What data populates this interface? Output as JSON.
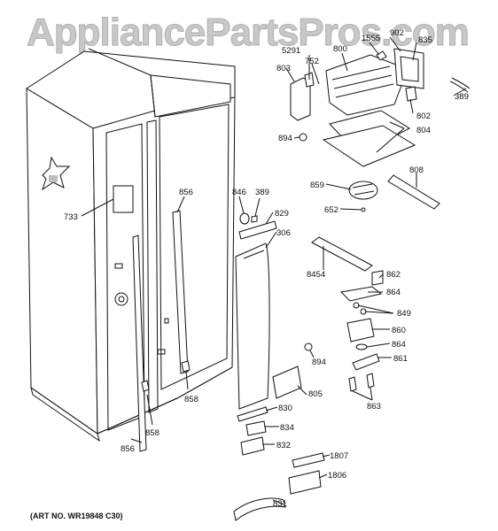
{
  "watermark": "AppliancePartsPros.com",
  "art_no": "(ART NO. WR19848 C30)",
  "callouts": {
    "c5291": "5291",
    "c752": "752",
    "c800": "800",
    "c1555": "1555",
    "c902": "902",
    "c835": "835",
    "c803": "803",
    "c389a": "389",
    "c802": "802",
    "c894a": "894",
    "c804": "804",
    "c808": "808",
    "c859": "859",
    "c652": "652",
    "c856a": "856",
    "c846": "846",
    "c389b": "389",
    "c829": "829",
    "c733": "733",
    "c306": "306",
    "c8454": "8454",
    "c862": "862",
    "c864a": "864",
    "c849": "849",
    "c860": "860",
    "c864b": "864",
    "c861": "861",
    "c894b": "894",
    "c805": "805",
    "c863": "863",
    "c858a": "858",
    "c858b": "858",
    "c830": "830",
    "c834": "834",
    "c832": "832",
    "c856b": "856",
    "c1807": "1807",
    "c1806": "1806",
    "c831": "831"
  }
}
